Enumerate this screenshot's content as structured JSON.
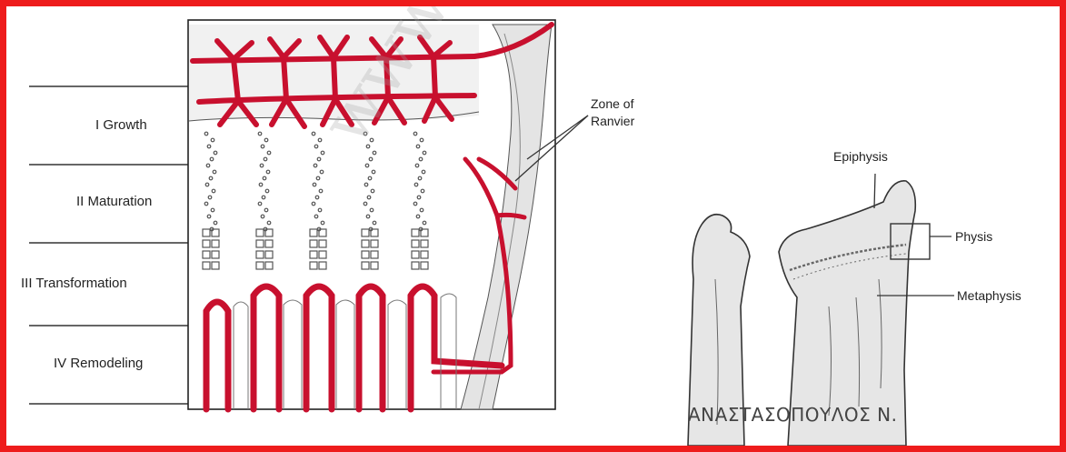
{
  "zones": [
    {
      "label": "I Growth"
    },
    {
      "label": "II Maturation"
    },
    {
      "label": "III Transformation"
    },
    {
      "label": "IV Remodeling"
    }
  ],
  "annotations": {
    "zone_of_ranvier_line1": "Zone of",
    "zone_of_ranvier_line2": "Ranvier",
    "epiphysis": "Epiphysis",
    "physis": "Physis",
    "metaphysis": "Metaphysis"
  },
  "credit": "ΑΝΑΣΤΑΣΟΠΟΥΛΟΣ  Ν.",
  "watermark": "www.aavrami",
  "colors": {
    "frame": "#ee1c1c",
    "vessel": "#c8102e",
    "bone": "#e6e6e6",
    "outline": "#333333"
  }
}
